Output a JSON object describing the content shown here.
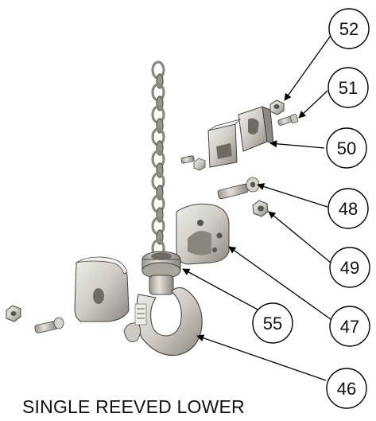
{
  "caption": "SINGLE REEVED LOWER",
  "callouts": [
    {
      "id": "c52",
      "label": "52"
    },
    {
      "id": "c51",
      "label": "51"
    },
    {
      "id": "c50",
      "label": "50"
    },
    {
      "id": "c48",
      "label": "48"
    },
    {
      "id": "c49",
      "label": "49"
    },
    {
      "id": "c55",
      "label": "55"
    },
    {
      "id": "c47",
      "label": "47"
    },
    {
      "id": "c46",
      "label": "46"
    }
  ],
  "colors": {
    "line": "#000000",
    "metal_light": "#e6e4df",
    "metal_mid": "#b9b5ad",
    "metal_dark": "#6f6b64"
  },
  "icons": [
    "load-chain-icon",
    "hook-icon",
    "block-half-icon",
    "bolt-icon",
    "nut-icon",
    "bracket-icon",
    "thrust-bearing-icon"
  ]
}
